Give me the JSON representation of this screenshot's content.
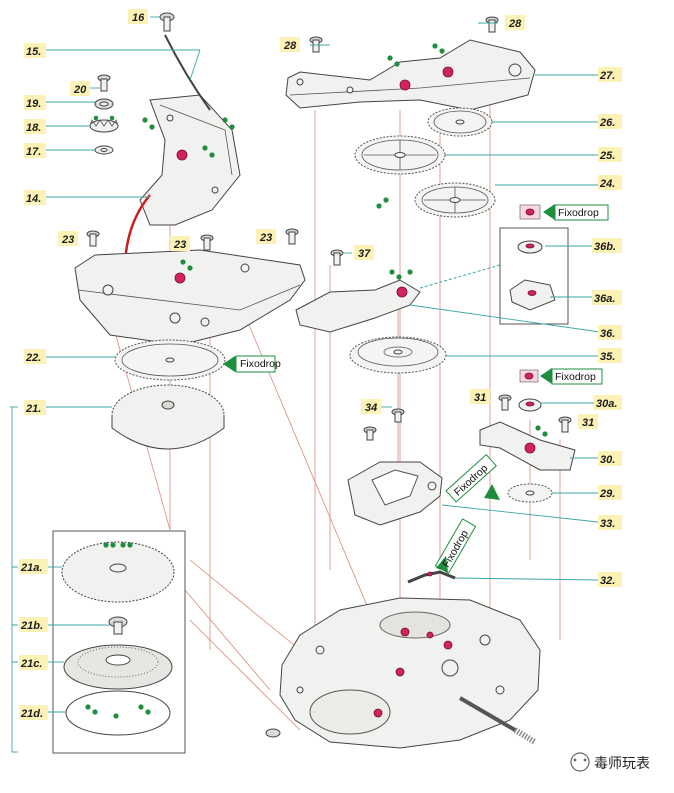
{
  "labels": {
    "l15": "15.",
    "l16": "16",
    "l14": "14.",
    "l17": "17.",
    "l18": "18.",
    "l19": "19.",
    "l20": "20",
    "l22": "22.",
    "l21": "21.",
    "l23a": "23",
    "l23b": "23",
    "l23c": "23",
    "l28a": "28",
    "l28b": "28",
    "l27": "27.",
    "l26": "26.",
    "l25": "25.",
    "l24": "24.",
    "l37": "37",
    "l36b": "36b.",
    "l36a": "36a.",
    "l36": "36.",
    "l35": "35.",
    "l34": "34",
    "l31a": "31",
    "l31b": "31",
    "l30a": "30a.",
    "l30": "30.",
    "l29": "29.",
    "l33": "33.",
    "l32": "32.",
    "l21a": "21a.",
    "l21b": "21b.",
    "l21c": "21c.",
    "l21d": "21d."
  },
  "fixodrop": {
    "text": "Fixodrop"
  },
  "watermark": {
    "text": "毒师玩表"
  },
  "colors": {
    "leader": "#3aa7a7",
    "tag": "#fdf2b6",
    "arrow": "#1e8e3e",
    "jewel": "#d0245e",
    "red_arrow": "#c8201f"
  }
}
